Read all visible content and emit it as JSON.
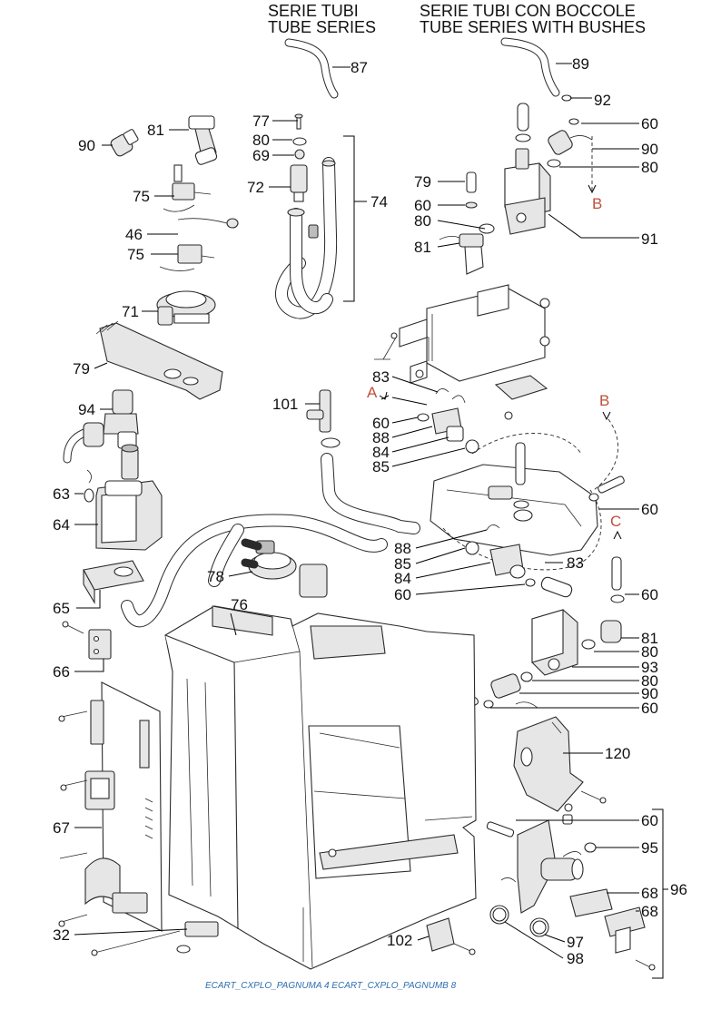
{
  "headers": {
    "tube_series_it": "SERIE TUBI",
    "tube_series_en": "TUBE SERIES",
    "bushes_series_it": "SERIE TUBI CON BOCCOLE",
    "bushes_series_en": "TUBE SERIES WITH BUSHES"
  },
  "callouts": [
    "87",
    "89",
    "92",
    "77",
    "80",
    "69",
    "72",
    "74",
    "81",
    "90",
    "60",
    "90",
    "80",
    "75",
    "46",
    "75",
    "79",
    "60",
    "80",
    "81",
    "91",
    "71",
    "79",
    "94",
    "101",
    "83",
    "60",
    "88",
    "84",
    "85",
    "63",
    "64",
    "60",
    "88",
    "85",
    "84",
    "83",
    "60",
    "60",
    "78",
    "76",
    "65",
    "66",
    "81",
    "80",
    "93",
    "80",
    "90",
    "60",
    "120",
    "67",
    "60",
    "95",
    "68",
    "96",
    "68",
    "32",
    "102",
    "97",
    "98"
  ],
  "letter_refs": [
    "B",
    "A",
    "B",
    "C"
  ],
  "footer": "ECART_CXPLO_PAGNUMA 4 ECART_CXPLO_PAGNUMB 8",
  "colors": {
    "lines": "#000000",
    "part_fill": "#e6e6e6",
    "letter_refs": "#c0503a",
    "footer": "#2e6fb0"
  }
}
